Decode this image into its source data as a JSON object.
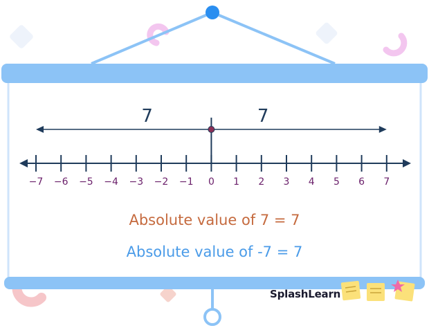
{
  "colors": {
    "frame": "#8cc3f6",
    "frame_dark": "#6ab0f2",
    "axis": "#1f3b5b",
    "tick_label": "#6a1f6a",
    "origin_dot": "#8b2f55",
    "line1_color": "#c56a3e",
    "line2_color": "#4a9be8",
    "deco_pink": "#f3c6ef",
    "deco_blue": "#eef3fb",
    "deco_peach": "#f6d3cc",
    "note_yellow": "#fbe17a"
  },
  "number_line": {
    "min": -7,
    "max": 7,
    "tick_labels": [
      "−7",
      "−6",
      "−5",
      "−4",
      "−3",
      "−2",
      "−1",
      "0",
      "1",
      "2",
      "3",
      "4",
      "5",
      "6",
      "7"
    ],
    "left_distance_label": "7",
    "right_distance_label": "7",
    "marked_point": 0
  },
  "statements": {
    "line1": "Absolute value of 7 = 7",
    "line2": "Absolute value of -7 = 7"
  },
  "brand": "SplashLearn"
}
